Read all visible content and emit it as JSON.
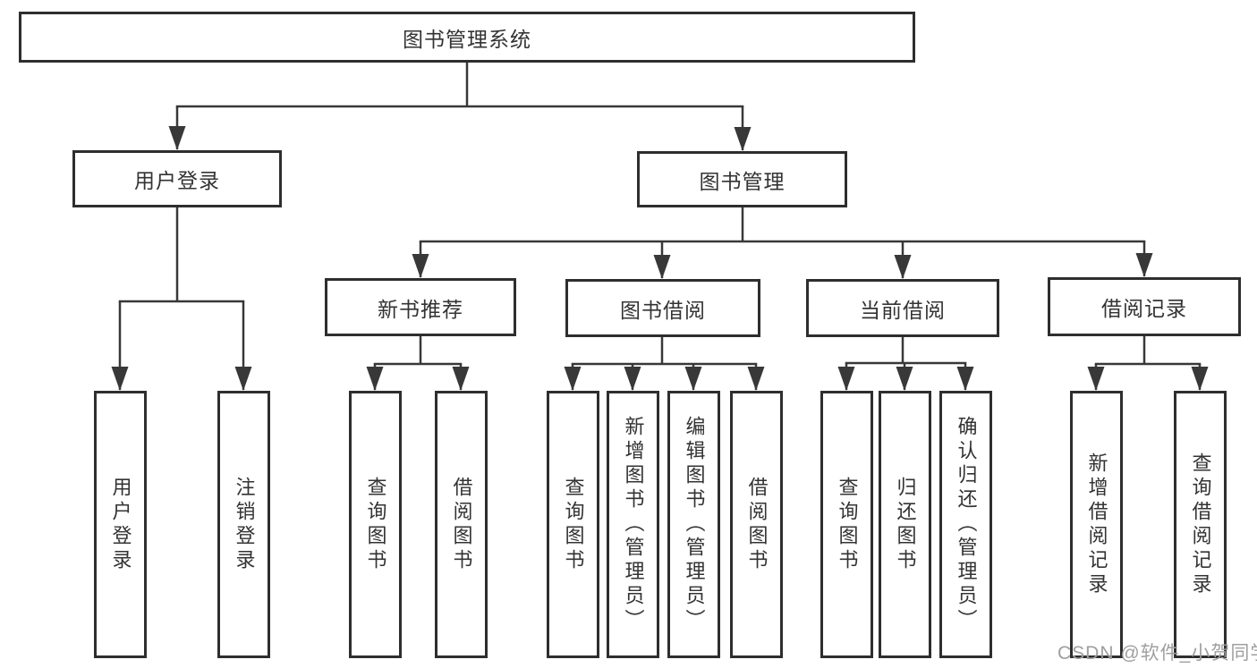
{
  "tree": {
    "label": "图书管理系统",
    "children": [
      {
        "label": "用户登录",
        "children": [
          {
            "label": "用户登录"
          },
          {
            "label": "注销登录"
          }
        ]
      },
      {
        "label": "图书管理",
        "children": [
          {
            "label": "新书推荐",
            "children": [
              {
                "label": "查询图书"
              },
              {
                "label": "借阅图书"
              }
            ]
          },
          {
            "label": "图书借阅",
            "children": [
              {
                "label": "查询图书"
              },
              {
                "label": "新增图书（管理员）"
              },
              {
                "label": "编辑图书（管理员）"
              },
              {
                "label": "借阅图书"
              }
            ]
          },
          {
            "label": "当前借阅",
            "children": [
              {
                "label": "查询图书"
              },
              {
                "label": "归还图书"
              },
              {
                "label": "确认归还（管理员）"
              }
            ]
          },
          {
            "label": "借阅记录",
            "children": [
              {
                "label": "新增借阅记录"
              },
              {
                "label": "查询借阅记录"
              }
            ]
          }
        ]
      }
    ]
  },
  "watermark": "CSDN @软件_小贺同学",
  "colors": {
    "background": "#ffffff",
    "box_border": "#2e2e2e",
    "line": "#383838",
    "text": "#333333",
    "watermark": "#9f9f9f"
  }
}
